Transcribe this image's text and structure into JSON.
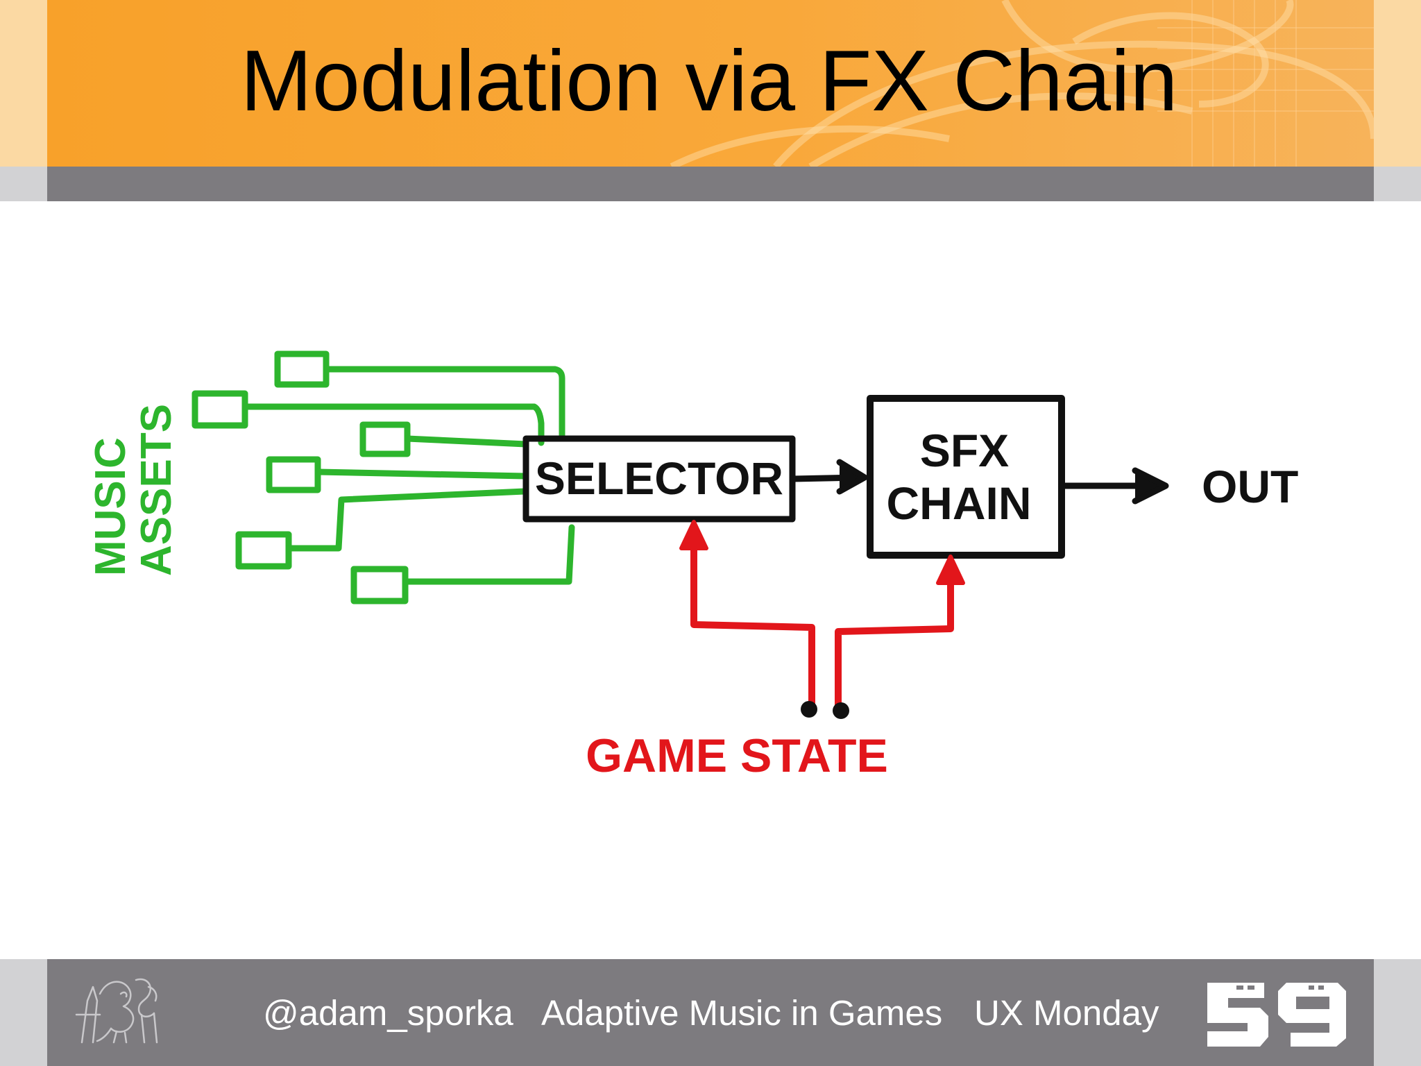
{
  "slide": {
    "title": "Modulation via FX Chain"
  },
  "diagram": {
    "assets_label_line1": "MUSIC",
    "assets_label_line2": "ASSETS",
    "selector_label": "SELECTOR",
    "sfx_chain_label_line1": "SFX",
    "sfx_chain_label_line2": "CHAIN",
    "out_label": "OUT",
    "game_state_label": "GAME STATE",
    "colors": {
      "assets": "#2db52d",
      "game_state": "#e2161b",
      "main": "#111111"
    }
  },
  "footer": {
    "handle": "@adam_sporka",
    "talk_title": "Adaptive Music in Games",
    "event": "UX Monday",
    "logo_left_icon": "lion-crest-icon",
    "logo_right_text": "59"
  }
}
